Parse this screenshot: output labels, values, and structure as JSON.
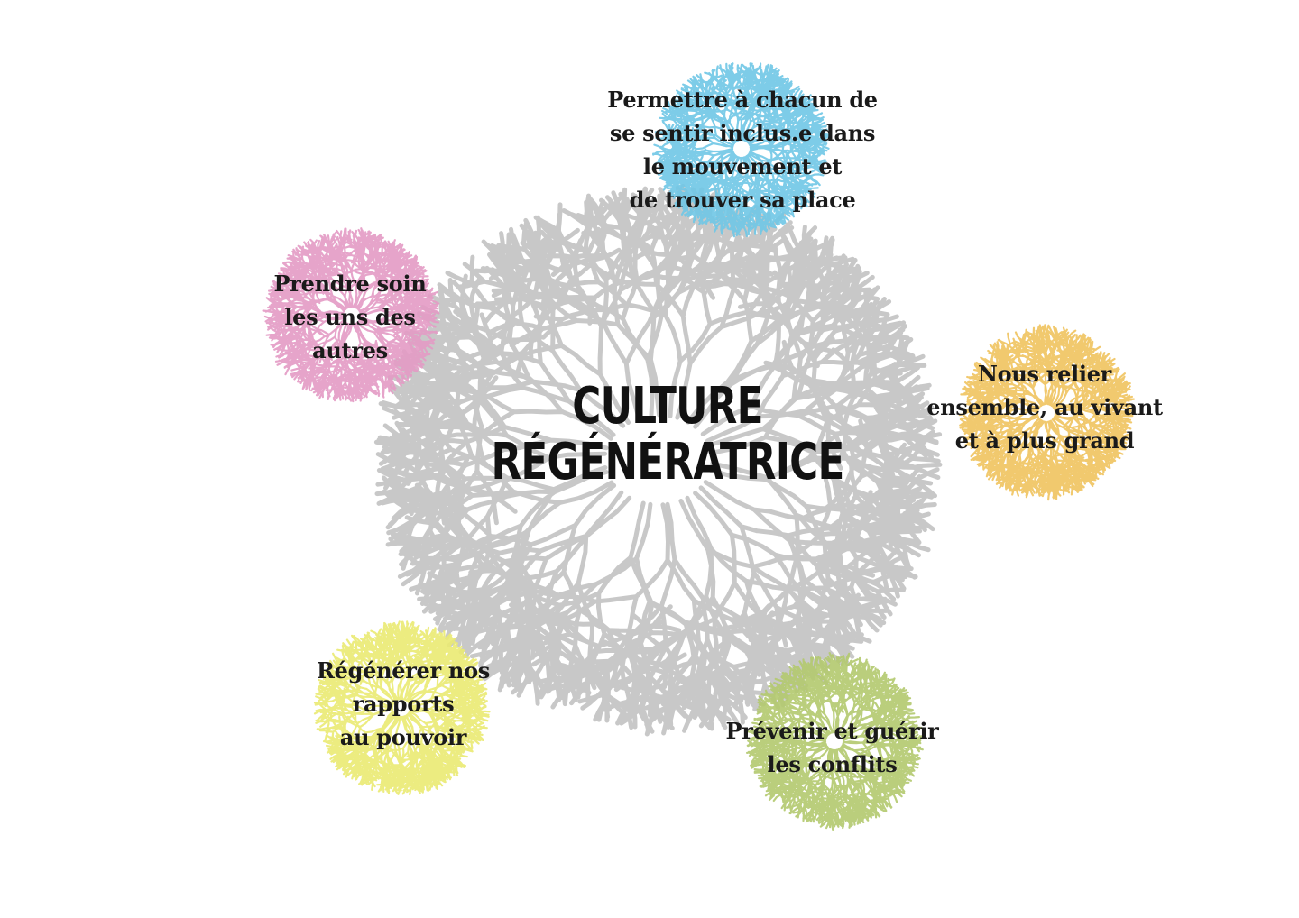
{
  "center": {
    "line1": "CULTURE",
    "line2": "RÉGÉNÉRATRICE",
    "color": "#c8c8c8"
  },
  "themes": [
    {
      "id": "inclusion",
      "color": "#6fc6e6",
      "lines": [
        "Permettre à chacun de",
        "se sentir inclus.e dans",
        "le mouvement et",
        "de trouver sa place"
      ]
    },
    {
      "id": "care",
      "color": "#e39ac4",
      "lines": [
        "Prendre soin",
        "les uns des",
        "autres"
      ]
    },
    {
      "id": "connect",
      "color": "#efc35e",
      "lines": [
        "Nous relier",
        "ensemble, au vivant",
        "et à plus grand"
      ]
    },
    {
      "id": "power",
      "color": "#eaea72",
      "lines": [
        "Régénérer nos",
        "rapports",
        "au pouvoir"
      ]
    },
    {
      "id": "conflict",
      "color": "#b3c96e",
      "lines": [
        "Prévenir et guérir",
        "les conflits"
      ]
    }
  ]
}
